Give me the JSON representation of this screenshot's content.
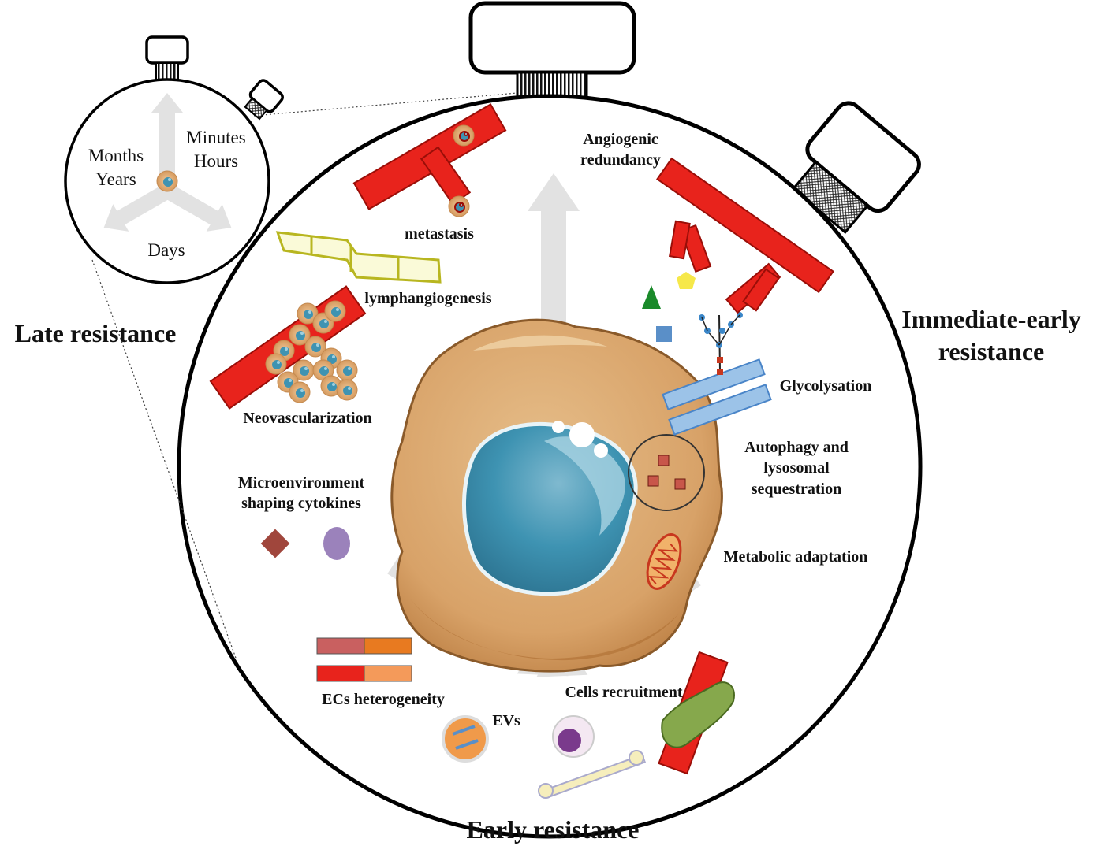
{
  "labels": {
    "late_resistance": "Late resistance",
    "immediate_early_line1": "Immediate-early",
    "immediate_early_line2": "resistance",
    "early_resistance": "Early resistance",
    "angiogenic_line1": "Angiogenic",
    "angiogenic_line2": "redundancy",
    "metastasis": "metastasis",
    "lymphangiogenesis": "lymphangiogenesis",
    "neovascularization": "Neovascularization",
    "glycolysation": "Glycolysation",
    "autophagy_line1": "Autophagy and",
    "autophagy_line2": "lysosomal",
    "autophagy_line3": "sequestration",
    "metabolic": "Metabolic adaptation",
    "microenv_line1": "Microenvironment",
    "microenv_line2": "shaping cytokines",
    "ecs": "ECs heterogeneity",
    "evs": "EVs",
    "cells_recruitment": "Cells recruitment"
  },
  "small_clock": {
    "top_right_line1": "Minutes",
    "top_right_line2": "Hours",
    "top_left_line1": "Months",
    "top_left_line2": "Years",
    "bottom": "Days"
  },
  "colors": {
    "vessel_red": "#e8231c",
    "cell_body": "#d7a26c",
    "nucleus": "#3a8fac",
    "arrow_gray": "#e2e2e2"
  }
}
